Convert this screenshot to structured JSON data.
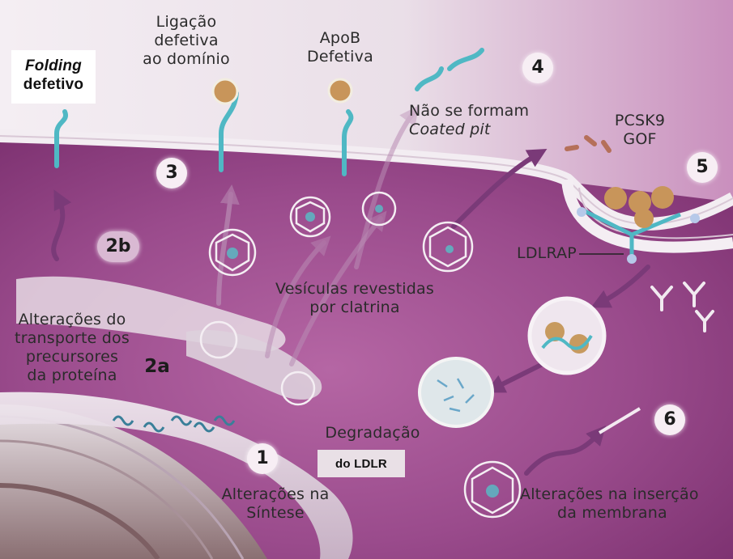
{
  "labels": {
    "folding_line1": "Folding",
    "folding_line2": "defetivo",
    "ligacao_line1": "Ligação",
    "ligacao_line2": "defetiva",
    "ligacao_line3": "ao domínio",
    "apob_line1": "ApoB",
    "apob_line2": "Defetiva",
    "nao_line1": "Não se formam",
    "nao_line2": "Coated pit",
    "pcsk9_line1": "PCSK9",
    "pcsk9_line2": "GOF",
    "ldlrap": "LDLRAP",
    "vesiculas_line1": "Vesículas revestidas",
    "vesiculas_line2": "por clatrina",
    "alt_transporte_line1": "Alterações do",
    "alt_transporte_line2": "transporte dos",
    "alt_transporte_line3": "precursores",
    "alt_transporte_line4": "da proteína",
    "degradacao_line1": "Degradação",
    "degradacao_line2": "do LDLR",
    "alt_sintese_line1": "Alterações na",
    "alt_sintese_line2": "Síntese",
    "alt_insercao_line1": "Alterações na inserção",
    "alt_insercao_line2": "da membrana"
  },
  "steps": {
    "s1": "1",
    "s2a": "2a",
    "s2b": "2b",
    "s3": "3",
    "s4": "4",
    "s5": "5",
    "s6": "6"
  },
  "colors": {
    "cytoplasm": "#8e3f82",
    "membrane": "#ece4ea",
    "receptor": "#4fb8c4",
    "arrow": "#7a3a78",
    "pcsk9": "#b5705a"
  }
}
